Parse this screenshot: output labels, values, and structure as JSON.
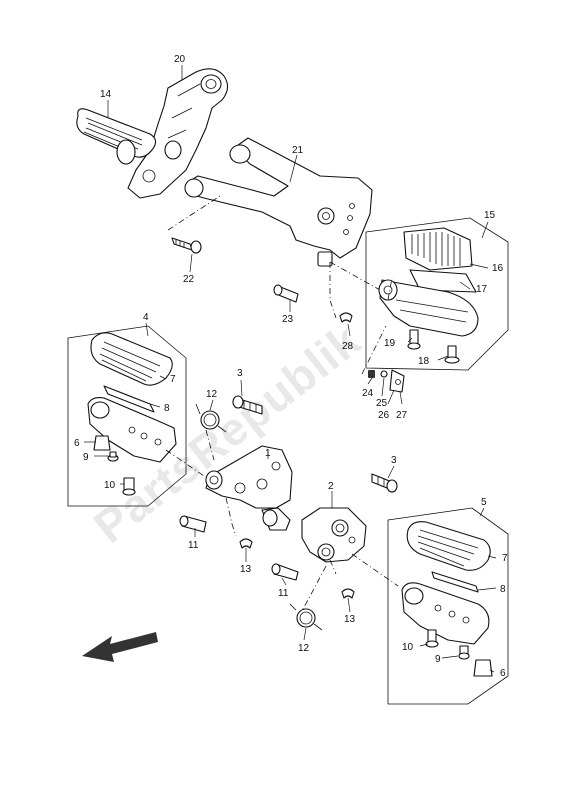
{
  "watermark": "PartsRepublik",
  "callouts": {
    "c1": "1",
    "c2": "2",
    "c3a": "3",
    "c3b": "3",
    "c4": "4",
    "c5": "5",
    "c6a": "6",
    "c6b": "6",
    "c7a": "7",
    "c7b": "7",
    "c8a": "8",
    "c8b": "8",
    "c9a": "9",
    "c9b": "9",
    "c10a": "10",
    "c10b": "10",
    "c11a": "11",
    "c11b": "11",
    "c12a": "12",
    "c12b": "12",
    "c13a": "13",
    "c13b": "13",
    "c14": "14",
    "c15": "15",
    "c16": "16",
    "c17": "17",
    "c18": "18",
    "c19": "19",
    "c20": "20",
    "c21": "21",
    "c22": "22",
    "c23": "23",
    "c24": "24",
    "c25": "25",
    "c26": "26",
    "c27": "27",
    "c28": "28"
  },
  "icons": {
    "direction": "front-arrow-icon"
  }
}
